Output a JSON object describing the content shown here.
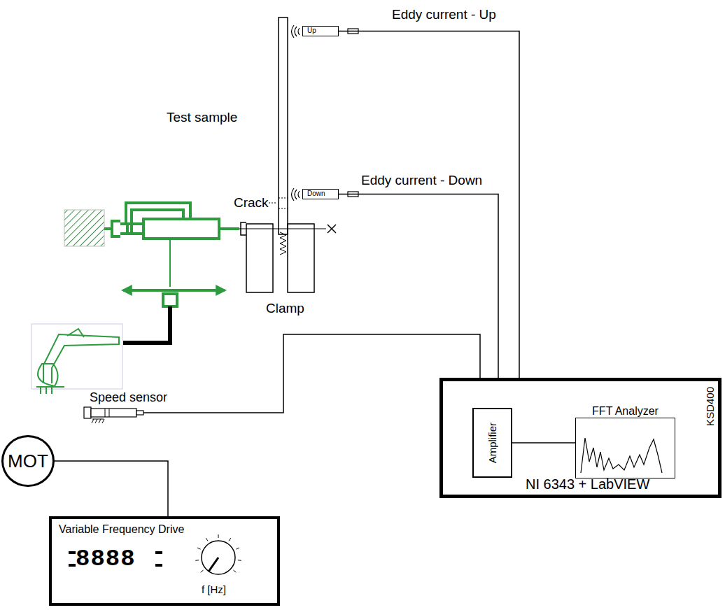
{
  "diagram": {
    "nodes": [
      {
        "text": [
          "Up"
        ]
      },
      {
        "text": [
          "Down"
        ]
      },
      {
        "text": [
          "Speed sensor"
        ]
      },
      {
        "text": [
          "MOT"
        ]
      },
      {
        "text": [
          "Variable Frequency Drive",
          "8888",
          "f [Hz]"
        ]
      },
      {
        "text": [
          "KSD400",
          "NI 6343 + LabVIEW"
        ]
      },
      {
        "text": [
          "Amplifier"
        ],
        "in": 5
      },
      {
        "text": [
          "FFT Analyzer"
        ],
        "in": 5
      }
    ],
    "edges": [
      {
        "from": 0,
        "to": 5,
        "arrow": "none"
      },
      {
        "from": 1,
        "to": 5,
        "arrow": "none"
      },
      {
        "from": 2,
        "to": 5,
        "arrow": "none"
      },
      {
        "from": 3,
        "to": 4,
        "arrow": "none"
      },
      {
        "from": 6,
        "to": 7,
        "arrow": "none"
      }
    ],
    "labels": [
      "Eddy current - Up",
      "Test sample",
      "Eddy current - Down",
      "Crack",
      "Clamp"
    ]
  }
}
